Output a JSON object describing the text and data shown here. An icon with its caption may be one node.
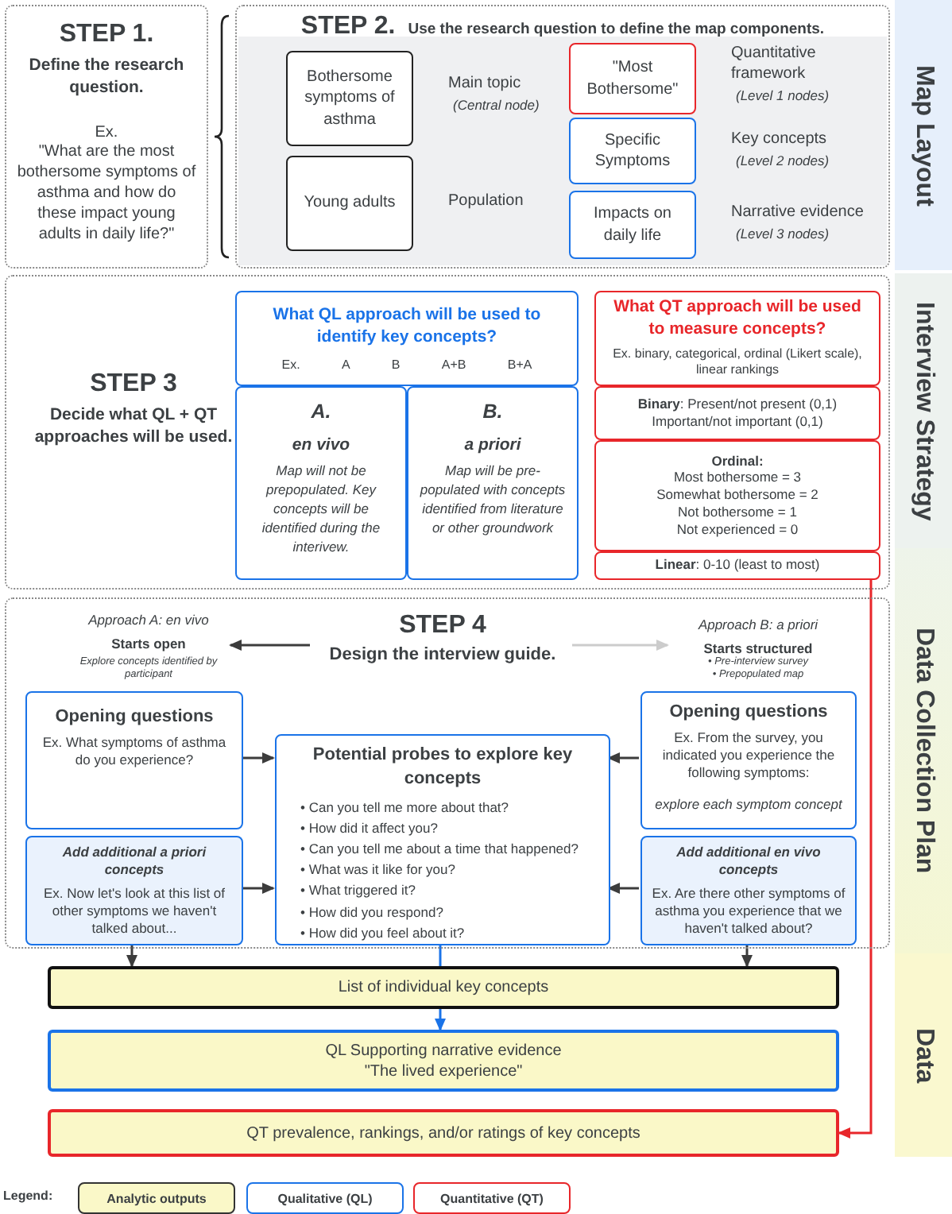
{
  "diagram": {
    "nodes": [
      {
        "text": [
          "STEP 1.",
          "Define the research question.",
          "Ex.",
          "\"What are the most bothersome symptoms of asthma and how do these impact young adults in daily life?\""
        ]
      },
      {
        "text": [
          "STEP 2.",
          "Use the research question to define the map components."
        ]
      },
      {
        "text": [
          "Bothersome symptoms of asthma"
        ],
        "in": 1,
        "beside": [
          "Main topic",
          "(Central node)"
        ]
      },
      {
        "text": [
          "Young adults"
        ],
        "in": 1,
        "beside": [
          "Population"
        ]
      },
      {
        "text": [
          "\"Most Bothersome\""
        ],
        "in": 1,
        "beside": [
          "Quantitative framework",
          "(Level 1 nodes)"
        ]
      },
      {
        "text": [
          "Specific Symptoms"
        ],
        "in": 1,
        "beside": [
          "Key concepts",
          "(Level 2 nodes)"
        ]
      },
      {
        "text": [
          "Impacts on daily life"
        ],
        "in": 1,
        "beside": [
          "Narrative evidence",
          "(Level 3 nodes)"
        ]
      },
      {
        "text": [
          "STEP 3",
          "Decide what QL + QT approaches will be used."
        ]
      },
      {
        "text": [
          "What QL approach will be used to identify key concepts?",
          "Ex.",
          "A",
          "B",
          "A+B",
          "B+A"
        ],
        "in": 7
      },
      {
        "text": [
          "A.",
          "en vivo",
          "Map will not be prepopulated.  Key concepts will be identified during the interivew."
        ],
        "in": 7
      },
      {
        "text": [
          "B.",
          "a priori",
          "Map will be pre-populated with concepts identified from literature or other groundwork"
        ],
        "in": 7
      },
      {
        "text": [
          "What QT approach will be used to measure concepts?",
          "Ex. binary, categorical, ordinal (Likert scale), linear rankings"
        ],
        "in": 7
      },
      {
        "text": [
          "**Binary**: Present/not present (0,1)",
          "Important/not important (0,1)"
        ],
        "in": 7
      },
      {
        "text": [
          "Ordinal:",
          "Most bothersome = 3",
          "Somewhat bothersome = 2",
          "Not bothersome = 1",
          "Not experienced = 0"
        ],
        "in": 7
      },
      {
        "text": [
          "**Linear**:  0-10 (least to most)"
        ],
        "in": 7
      },
      {
        "text": [],
        "shape": "box"
      },
      {
        "text": [
          "STEP 4",
          "Design the interview guide."
        ],
        "in": 15
      },
      {
        "text": [
          "Approach A: en vivo",
          "Starts open",
          "Explore concepts identified by participant"
        ],
        "in": 15
      },
      {
        "text": [
          "Approach B: a priori",
          "Starts structured",
          "• Pre-interview survey",
          "• Prepopulated map"
        ],
        "in": 15
      },
      {
        "text": [
          "Opening questions",
          "Ex.  What symptoms of asthma do you experience?"
        ],
        "in": 15
      },
      {
        "text": [
          "Add additional a priori concepts",
          "Ex.  Now let's look at this list of other symptoms we haven't talked about..."
        ],
        "in": 15
      },
      {
        "text": [
          "Potential probes to explore key concepts",
          "• Can you tell me more about that?",
          "• How did it affect you?",
          "• Can you tell me about a time that happened?",
          "• What was it like for you?",
          "• What triggered it?",
          "• How did you respond?",
          "• How did you feel about it?"
        ],
        "in": 15
      },
      {
        "text": [
          "Opening questions",
          "Ex. From the survey, you indicated you experience the following symptoms:",
          "explore each symptom concept"
        ],
        "in": 15
      },
      {
        "text": [
          "Add additional en vivo concepts",
          "Ex. Are there other symptoms of asthma you experience that we haven't talked about?"
        ],
        "in": 15
      },
      {
        "text": [
          "List of individual key concepts"
        ]
      },
      {
        "text": [
          "QL Supporting narrative evidence",
          "\"The lived experience\""
        ]
      },
      {
        "text": [
          "QT prevalence, rankings, and/or ratings of key concepts"
        ]
      },
      {
        "text": [
          "Map Layout"
        ]
      },
      {
        "text": [
          "Interview Strategy"
        ]
      },
      {
        "text": [
          "Data Collection Plan"
        ]
      },
      {
        "text": [
          "Data"
        ]
      }
    ],
    "edges": [
      {
        "from": 16,
        "to": 17,
        "arrow": "to"
      },
      {
        "from": 16,
        "to": 18,
        "arrow": "to",
        "color": "#cccccc"
      },
      {
        "from": 19,
        "to": 21,
        "arrow": "to"
      },
      {
        "from": 20,
        "to": 21,
        "arrow": "to"
      },
      {
        "from": 22,
        "to": 21,
        "arrow": "to"
      },
      {
        "from": 23,
        "to": 21,
        "arrow": "to"
      },
      {
        "from": 20,
        "to": 24,
        "arrow": "to"
      },
      {
        "from": 23,
        "to": 24,
        "arrow": "to"
      },
      {
        "from": 21,
        "to": 24,
        "arrow": "none",
        "color": "#1a73e8"
      },
      {
        "from": 24,
        "to": 25,
        "arrow": "to",
        "color": "#1a73e8"
      },
      {
        "from": 14,
        "to": 26,
        "arrow": "to",
        "color": "#e8262a"
      }
    ],
    "labels": [
      "Legend:"
    ],
    "legend": [
      {
        "text": "Analytic outputs",
        "color": "#faf8c8"
      },
      {
        "text": "Qualitative (QL)",
        "color": "#1a73e8"
      },
      {
        "text": "Quantitative (QT)",
        "color": "#e8262a"
      }
    ]
  }
}
